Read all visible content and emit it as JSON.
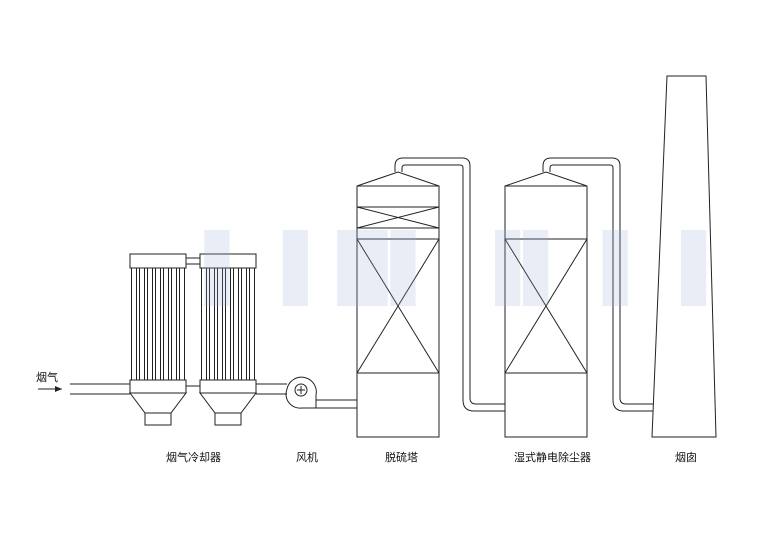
{
  "labels": {
    "inlet": "烟气",
    "cooler": "烟气冷却器",
    "fan": "风机",
    "desulfurization_tower": "脱硫塔",
    "wet_esp": "湿式静电除尘器",
    "chimney": "烟囱"
  },
  "icons": {
    "fan": "fan-circle-plus-icon",
    "arrow": "arrow-right-icon"
  },
  "colors": {
    "line": "#222222",
    "background": "#ffffff"
  }
}
